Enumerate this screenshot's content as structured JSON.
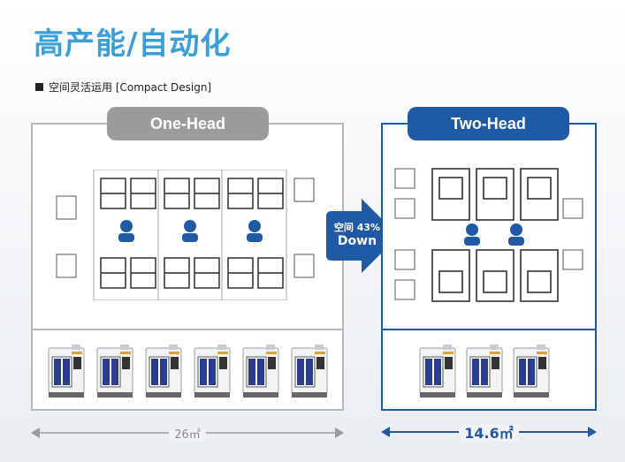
{
  "header": {
    "title": "高产能/自动化",
    "subtitle": "空间灵活运用 [Compact Design]"
  },
  "one_head": {
    "label": "One-Head",
    "area": "26㎡",
    "machine_count": 6,
    "color": "#9b9b9b"
  },
  "two_head": {
    "label": "Two-Head",
    "area": "14.6㎡",
    "machine_count": 3,
    "color": "#1f5aa6"
  },
  "reduction": {
    "line1": "空间 43%",
    "line2": "Down"
  },
  "colors": {
    "title": "#3a9fd8",
    "blue": "#1f5aa6",
    "gray": "#9b9b9b"
  }
}
